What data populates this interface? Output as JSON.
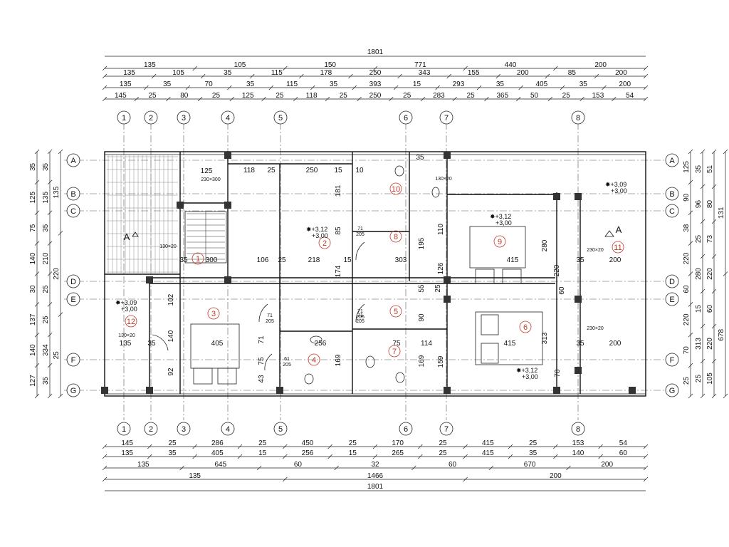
{
  "column_axes": [
    "1",
    "2",
    "3",
    "4",
    "5",
    "6",
    "7",
    "8"
  ],
  "row_axes": [
    "A",
    "B",
    "C",
    "D",
    "E",
    "F",
    "G"
  ],
  "top_dims": [
    {
      "overall": "1801"
    },
    {
      "values": [
        "135",
        "105",
        "150",
        "771",
        "440",
        "200"
      ]
    },
    {
      "values": [
        "135",
        "105",
        "35",
        "115",
        "178",
        "250",
        "343",
        "155",
        "200",
        "85",
        "200"
      ]
    },
    {
      "values": [
        "135",
        "35",
        "70",
        "35",
        "115",
        "35",
        "393",
        "15",
        "293",
        "35",
        "405",
        "35",
        "200"
      ]
    },
    {
      "values": [
        "145",
        "25",
        "80",
        "25",
        "125",
        "25",
        "118",
        "25",
        "250",
        "25",
        "283",
        "25",
        "365",
        "50",
        "25",
        "153",
        "54"
      ]
    }
  ],
  "bottom_dims": [
    {
      "values": [
        "145",
        "25",
        "286",
        "25",
        "450",
        "25",
        "170",
        "25",
        "415",
        "25",
        "153",
        "54"
      ]
    },
    {
      "values": [
        "135",
        "35",
        "405",
        "15",
        "256",
        "15",
        "265",
        "25",
        "415",
        "35",
        "140",
        "60"
      ]
    },
    {
      "values": [
        "135",
        "645",
        "60",
        "32",
        "60",
        "670",
        "200"
      ]
    },
    {
      "values": [
        "135",
        "1466",
        "200"
      ]
    },
    {
      "overall": "1801"
    }
  ],
  "left_dims": {
    "col1": [
      "35",
      "125",
      "75",
      "140",
      "30",
      "137",
      "140",
      "127"
    ],
    "col2": [
      "35",
      "135",
      "35",
      "210",
      "25",
      "25",
      "334",
      "35"
    ],
    "col3": [
      "135",
      "220",
      "25"
    ]
  },
  "right_dims": {
    "col1": [
      "125",
      "90",
      "38",
      "220",
      "60",
      "220",
      "70",
      "25"
    ],
    "col2": [
      "35",
      "96",
      "25",
      "280",
      "15",
      "313",
      "25"
    ],
    "col3": [
      "51",
      "80",
      "73",
      "220",
      "60",
      "220",
      "105"
    ],
    "col4": [
      "131",
      "678"
    ]
  },
  "rooms": [
    {
      "label": "1",
      "level": ""
    },
    {
      "label": "2",
      "level": "+3,12 / +3,00"
    },
    {
      "label": "3",
      "level": ""
    },
    {
      "label": "4",
      "level": ""
    },
    {
      "label": "5",
      "level": ""
    },
    {
      "label": "6",
      "level": "+3,12 / +3,00"
    },
    {
      "label": "7",
      "level": ""
    },
    {
      "label": "8",
      "level": ""
    },
    {
      "label": "9",
      "level": "+3,12 / +3,00"
    },
    {
      "label": "10",
      "level": ""
    },
    {
      "label": "11",
      "level": "+3,09 / +3,00"
    },
    {
      "label": "12",
      "level": "+3,09 / +3,00"
    }
  ],
  "section_marks": [
    "A",
    "A"
  ],
  "interior_dims": {
    "d_row": [
      "35",
      "300",
      "106",
      "25",
      "218",
      "15",
      "303",
      "415",
      "35",
      "200"
    ],
    "f_row": [
      "135",
      "35",
      "405",
      "256",
      "75",
      "114",
      "415",
      "35",
      "200"
    ],
    "a_row": [
      "125",
      "118",
      "25",
      "250",
      "15",
      "10",
      "35"
    ],
    "window_tags": [
      "230×300",
      "130×20",
      "130×20",
      "230×20",
      "230×20",
      "130×20"
    ],
    "door_tags": [
      "71 / 205",
      "71 / 205",
      "61 / 205",
      "71 / 205",
      "71 / 205"
    ],
    "vertical_small": [
      "181",
      "85",
      "174",
      "55",
      "25",
      "195",
      "110",
      "126",
      "90",
      "169",
      "159",
      "313",
      "280",
      "220",
      "60",
      "92",
      "102",
      "140",
      "71",
      "75",
      "43",
      "169",
      "70"
    ]
  }
}
